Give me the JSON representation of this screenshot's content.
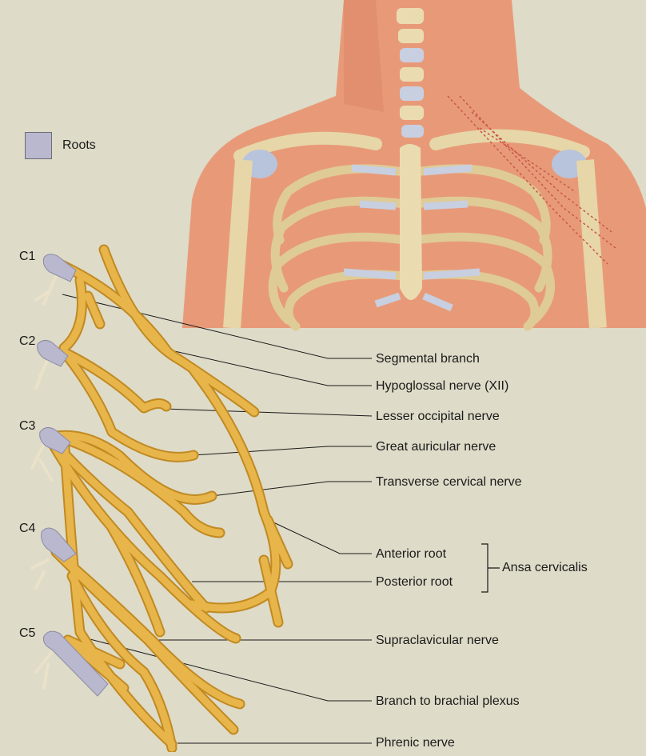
{
  "legend": {
    "label": "Roots",
    "color": "#b9b8cf"
  },
  "colors": {
    "nerve": "#e8b54a",
    "nerve_edge": "#c08a22",
    "root": "#b9b8cf",
    "background": "#dedbc8",
    "skin": "#e89a78",
    "bone": "#e6d6a8"
  },
  "levels": {
    "c1": "C1",
    "c2": "C2",
    "c3": "C3",
    "c4": "C4",
    "c5": "C5"
  },
  "labels": {
    "segmental_branch": "Segmental branch",
    "hypoglossal_nerve": "Hypoglossal nerve (XII)",
    "lesser_occipital_nerve": "Lesser occipital nerve",
    "great_auricular_nerve": "Great auricular nerve",
    "transverse_cervical_nerve": "Transverse cervical nerve",
    "anterior_root": "Anterior root",
    "posterior_root": "Posterior root",
    "ansa_cervicalis": "Ansa cervicalis",
    "supraclavicular_nerve": "Supraclavicular nerve",
    "branch_to_brachial_plexus": "Branch to brachial plexus",
    "phrenic_nerve": "Phrenic nerve"
  }
}
